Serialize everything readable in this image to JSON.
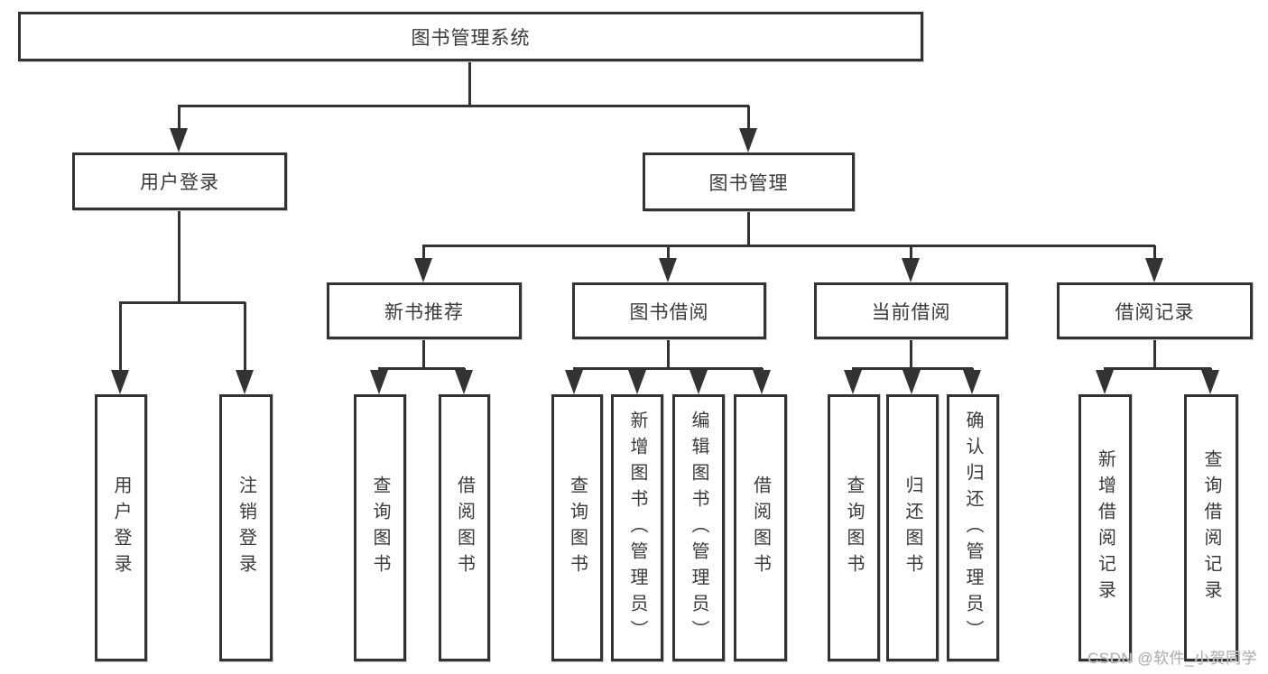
{
  "diagram": {
    "nodes": {
      "root": "图书管理系统",
      "user-login": "用户登录",
      "book-mgmt": "图书管理",
      "new-book": "新书推荐",
      "book-borrow": "图书借阅",
      "current-borrow": "当前借阅",
      "borrow-records": "借阅记录",
      "leaf-user-login": "用户登录",
      "leaf-logout": "注销登录",
      "leaf-query-1": "查询图书",
      "leaf-borrow-1": "借阅图书",
      "leaf-query-2": "查询图书",
      "leaf-add-book": "新增图书（管理员）",
      "leaf-edit-book": "编辑图书（管理员）",
      "leaf-borrow-2": "借阅图书",
      "leaf-query-3": "查询图书",
      "leaf-return": "归还图书",
      "leaf-confirm-return": "确认归还（管理员）",
      "leaf-add-record": "新增借阅记录",
      "leaf-query-record": "查询借阅记录"
    }
  },
  "watermark": {
    "text": "CSDN @软件_小贺同学"
  },
  "colors": {
    "line": "#333333",
    "box_fill": "#ffffff",
    "text": "#3a3a3a",
    "watermark": "#b3b3b3"
  }
}
